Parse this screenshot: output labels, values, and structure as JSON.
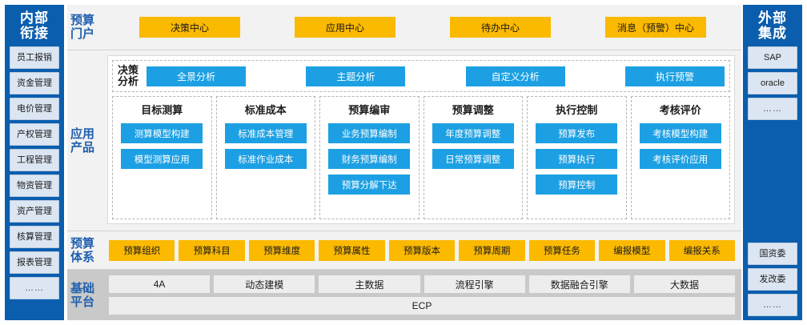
{
  "left_panel": {
    "title_lines": [
      "内部",
      "衔接"
    ],
    "items": [
      {
        "label": "员工报销"
      },
      {
        "label": "资金管理"
      },
      {
        "label": "电价管理"
      },
      {
        "label": "产权管理"
      },
      {
        "label": "工程管理"
      },
      {
        "label": "物资管理"
      },
      {
        "label": "资产管理"
      },
      {
        "label": "核算管理"
      },
      {
        "label": "报表管理"
      },
      {
        "label": "……"
      }
    ]
  },
  "right_panel": {
    "title_lines": [
      "外部",
      "集成"
    ],
    "items_top": [
      {
        "label": "SAP"
      },
      {
        "label": "oracle"
      },
      {
        "label": "……"
      }
    ],
    "items_bottom": [
      {
        "label": "国资委"
      },
      {
        "label": "发改委"
      },
      {
        "label": "……"
      }
    ]
  },
  "bands": {
    "portal": {
      "label_lines": [
        "预算",
        "门户"
      ],
      "items": [
        {
          "label": "决策中心"
        },
        {
          "label": "应用中心"
        },
        {
          "label": "待办中心"
        },
        {
          "label": "消息（预警）中心"
        }
      ]
    },
    "products": {
      "label_lines": [
        "应用",
        "产品"
      ],
      "decision": {
        "label_lines": [
          "决策",
          "分析"
        ],
        "items": [
          {
            "label": "全景分析"
          },
          {
            "label": "主题分析"
          },
          {
            "label": "自定义分析"
          },
          {
            "label": "执行预警"
          }
        ]
      },
      "columns": [
        {
          "title": "目标测算",
          "items": [
            {
              "label": "测算模型构建"
            },
            {
              "label": "模型测算应用"
            }
          ]
        },
        {
          "title": "标准成本",
          "items": [
            {
              "label": "标准成本管理"
            },
            {
              "label": "标准作业成本"
            }
          ]
        },
        {
          "title": "预算编审",
          "items": [
            {
              "label": "业务预算编制"
            },
            {
              "label": "财务预算编制"
            },
            {
              "label": "预算分解下达"
            }
          ]
        },
        {
          "title": "预算调整",
          "items": [
            {
              "label": "年度预算调整"
            },
            {
              "label": "日常预算调整"
            }
          ]
        },
        {
          "title": "执行控制",
          "items": [
            {
              "label": "预算发布"
            },
            {
              "label": "预算执行"
            },
            {
              "label": "预算控制"
            }
          ]
        },
        {
          "title": "考核评价",
          "items": [
            {
              "label": "考核模型构建"
            },
            {
              "label": "考核评价应用"
            }
          ]
        }
      ]
    },
    "system": {
      "label_lines": [
        "预算",
        "体系"
      ],
      "items": [
        {
          "label": "预算组织"
        },
        {
          "label": "预算科目"
        },
        {
          "label": "预算维度"
        },
        {
          "label": "预算属性"
        },
        {
          "label": "预算版本"
        },
        {
          "label": "预算周期"
        },
        {
          "label": "预算任务"
        },
        {
          "label": "编报模型"
        },
        {
          "label": "编报关系"
        }
      ]
    },
    "platform": {
      "label_lines": [
        "基础",
        "平台"
      ],
      "items": [
        {
          "label": "4A"
        },
        {
          "label": "动态建模"
        },
        {
          "label": "主数据"
        },
        {
          "label": "流程引擎"
        },
        {
          "label": "数据融合引擎"
        },
        {
          "label": "大数据"
        }
      ],
      "footer": "ECP"
    }
  },
  "colors": {
    "panel_blue": "#0B5EAD",
    "accent_orange": "#FBB900",
    "accent_blue": "#1CA0E3",
    "band_bg": "#F2F2F2",
    "platform_bg": "#C9C9C9",
    "side_item_bg": "#DCE6F2"
  }
}
